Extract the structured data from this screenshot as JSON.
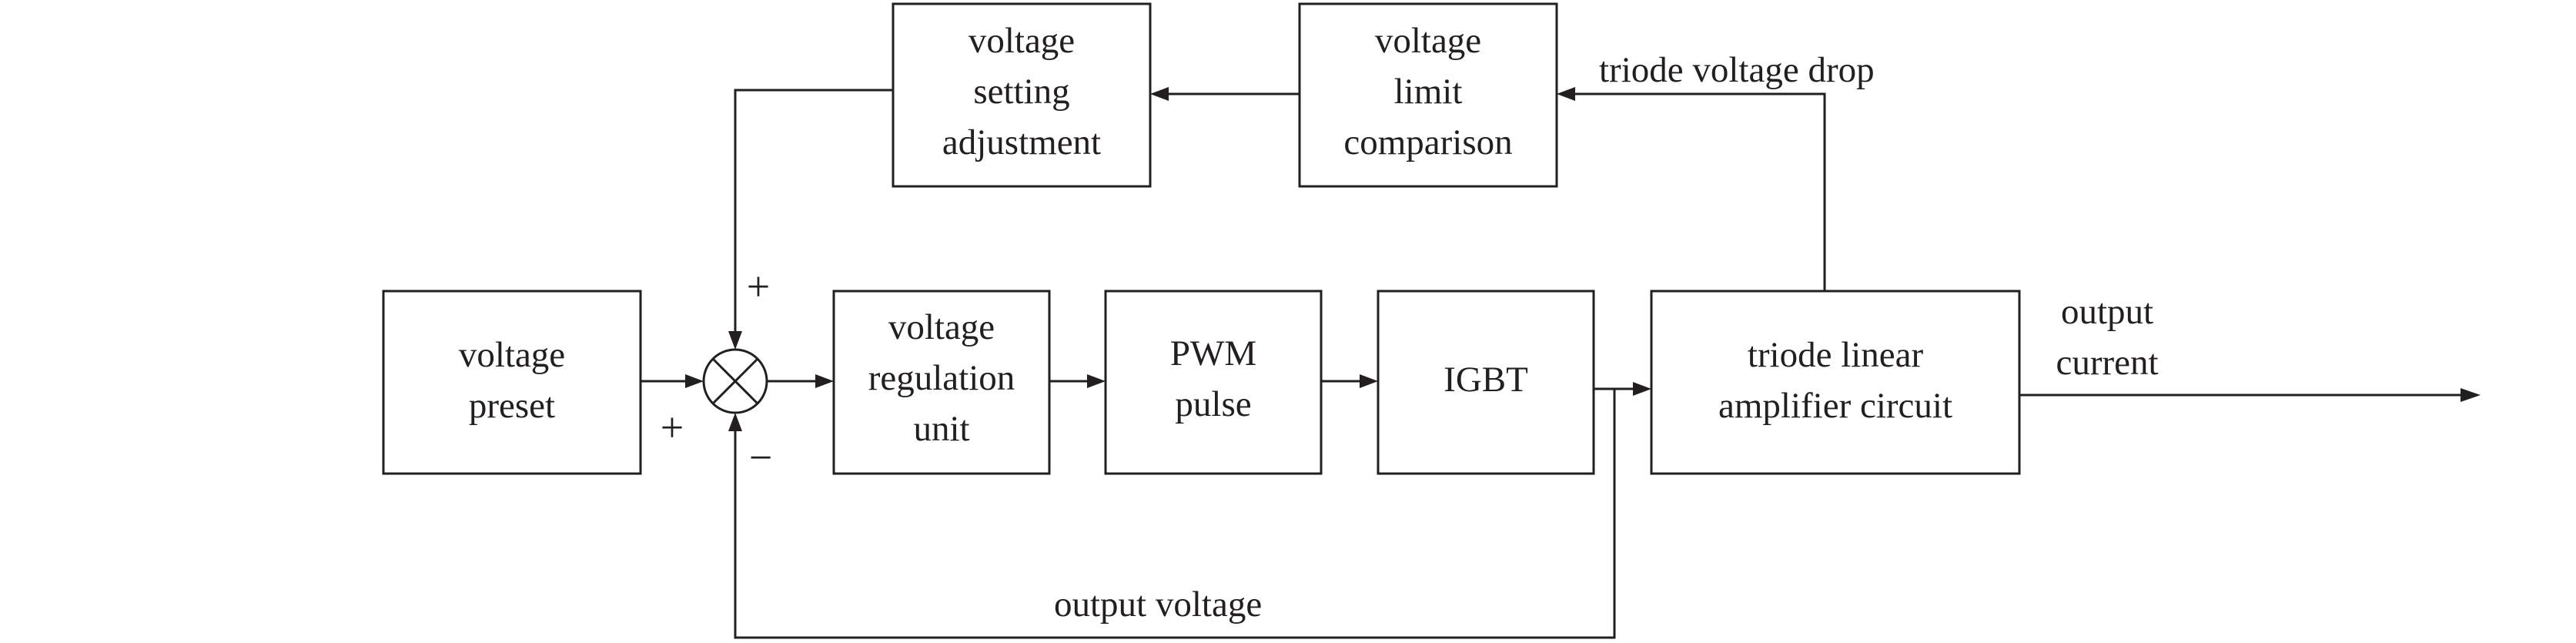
{
  "diagram": {
    "colors": {
      "line": "#231f20",
      "background": "#ffffff"
    },
    "blocks": {
      "voltage_setting_adjustment": [
        "voltage",
        "setting",
        "adjustment"
      ],
      "voltage_limit_comparison": [
        "voltage",
        "limit",
        "comparison"
      ],
      "voltage_preset": [
        "voltage",
        "preset"
      ],
      "voltage_regulation_unit": [
        "voltage",
        "regulation",
        "unit"
      ],
      "pwm_pulse": [
        "PWM",
        "pulse"
      ],
      "igbt": [
        "IGBT"
      ],
      "triode_linear_amplifier": [
        "triode linear",
        "amplifier circuit"
      ]
    },
    "summing_junction": {
      "icon": "summing-junction-cross-icon"
    },
    "signs": {
      "top": "+",
      "left": "+",
      "bottom": "−"
    },
    "signals": {
      "triode_voltage_drop": "triode voltage drop",
      "output_current": [
        "output",
        "current"
      ],
      "output_voltage": "output voltage"
    }
  }
}
